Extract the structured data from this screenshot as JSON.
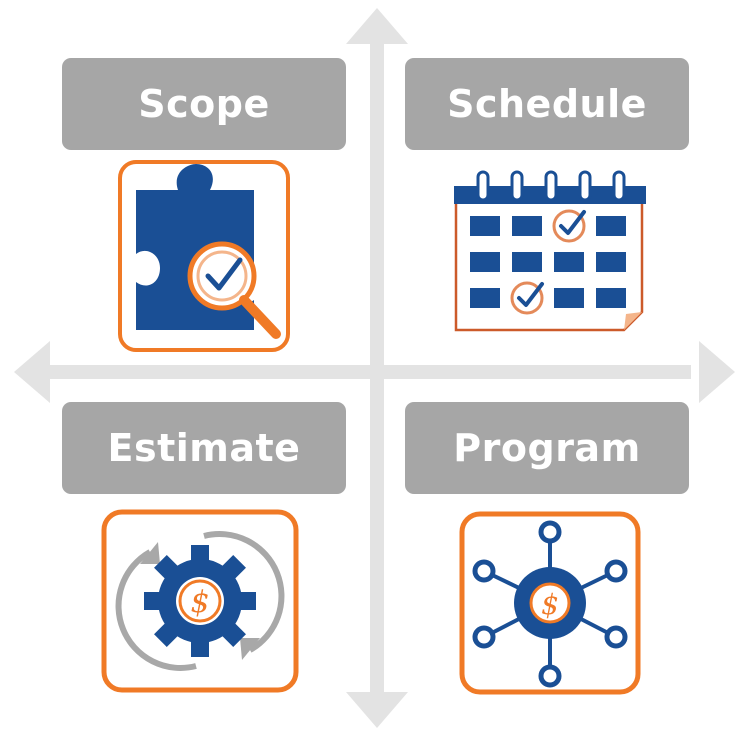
{
  "quadrants": {
    "top_left": {
      "label": "Scope",
      "icon": "puzzle-magnifier-check-icon"
    },
    "top_right": {
      "label": "Schedule",
      "icon": "calendar-check-icon"
    },
    "bottom_left": {
      "label": "Estimate",
      "icon": "gear-dollar-cycle-icon"
    },
    "bottom_right": {
      "label": "Program",
      "icon": "hub-dollar-network-icon"
    }
  },
  "icon_glyphs": {
    "currency": "$"
  },
  "colors": {
    "label_bg": "#a6a6a6",
    "label_text": "#ffffff",
    "axis": "#e3e3e3",
    "primary_blue": "#1a4f95",
    "accent_orange": "#f07a26",
    "arrow_gray": "#b3b3b3"
  }
}
